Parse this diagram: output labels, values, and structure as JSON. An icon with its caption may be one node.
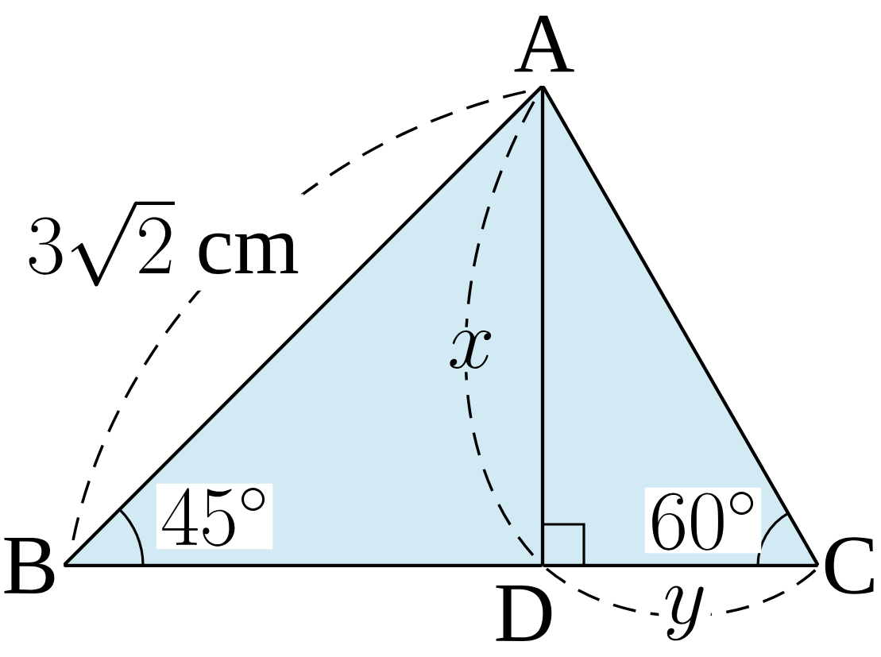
{
  "diagram": {
    "nodes": [
      {
        "text": [
          "A"
        ]
      },
      {
        "text": [
          "B"
        ]
      },
      {
        "text": [
          "C"
        ]
      },
      {
        "text": [
          "D"
        ]
      }
    ],
    "edges": [
      {
        "from": 1,
        "to": 0,
        "arrow": "none"
      },
      {
        "from": 0,
        "to": 2,
        "arrow": "none"
      },
      {
        "from": 1,
        "to": 3,
        "arrow": "none"
      },
      {
        "from": 3,
        "to": 2,
        "arrow": "none"
      },
      {
        "from": 0,
        "to": 3,
        "arrow": "none"
      }
    ],
    "labels": [
      "3\\sqrt{2}\\ \\mathrm{cm}",
      "x",
      "45^\\circ",
      "60^\\circ",
      "y"
    ]
  }
}
